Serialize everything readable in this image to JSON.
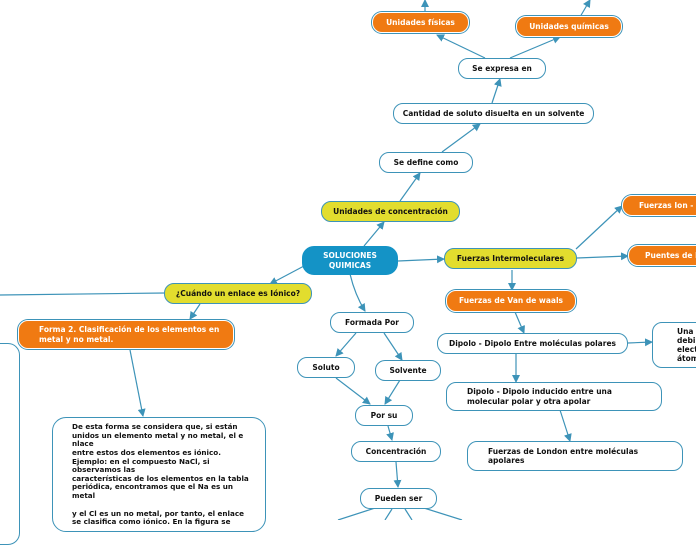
{
  "nodes": {
    "soluciones": "SOLUCIONES QUIMICAS",
    "unidades_concentracion": "Unidades de concentración",
    "se_define_como": "Se define como",
    "cantidad_soluto": "Cantidad de soluto disuelta en un solvente",
    "se_expresa_en": "Se expresa en",
    "unidades_fisicas": "Unidades físicas",
    "unidades_quimicas": "Unidades químicas",
    "fuerzas_intermoleculares": "Fuerzas Intermoleculares",
    "fuerzas_ion": "Fuerzas Ion - D",
    "puentes": "Puentes de h",
    "van_de_waals": "Fuerzas de Van de waals",
    "dipolo_dipolo": "Dipolo - Dipolo Entre moléculas polares",
    "una_debil": [
      "Una",
      "debi",
      "elect",
      "átom"
    ],
    "dipolo_inducido": [
      "Dipolo - Dipolo inducido entre una",
      "molecular polar y otra apolar"
    ],
    "london": [
      "Fuerzas de London entre moléculas",
      "apolares"
    ],
    "enlace_ionico": "¿Cuándo un enlace es Iónico?",
    "forma2": [
      "Forma 2. Clasificación de los elementos en",
      "metal y no metal."
    ],
    "formada_por": "Formada Por",
    "soluto": "Soluto",
    "solvente": "Solvente",
    "por_su": "Por su",
    "concentracion": "Concentración",
    "pueden_ser": "Pueden ser"
  },
  "paragraph": [
    "De esta forma se considera que, si están",
    "unidos un elemento metal y no metal, el e",
    "nlace",
    "entre estos dos elementos es iónico.",
    "Ejemplo: en el compuesto NaCl, si",
    "observamos las",
    "características de los elementos en la tabla",
    "periódica, encontramos que el Na es un",
    "metal",
    "",
    "y el Cl es un no metal, por tanto, el enlace",
    "se clasifica como iónico. En la figura se"
  ],
  "colors": {
    "outline": "#3d93b8",
    "orange": "#f07a12",
    "yellow": "#e2dd2e",
    "blue": "#1493c6"
  }
}
